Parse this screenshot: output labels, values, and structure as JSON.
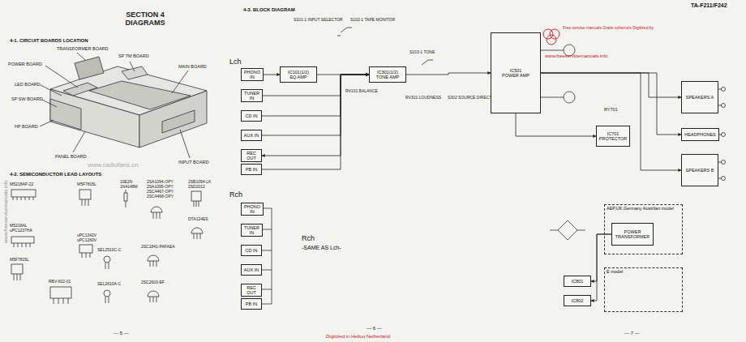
{
  "diagram": {
    "title": "SECTION 4 DIAGRAMS",
    "nodes": [
      {
        "text": [
          "PHONO IN"
        ]
      },
      {
        "text": [
          "TUNER IN"
        ]
      },
      {
        "text": [
          "CD IN"
        ]
      },
      {
        "text": [
          "AUX IN"
        ]
      },
      {
        "text": [
          "REC OUT"
        ]
      },
      {
        "text": [
          "PB IN"
        ]
      },
      {
        "text": [
          "IC101(1/2)",
          "EQ AMP"
        ]
      },
      {
        "text": [
          "IC301(1/2)",
          "TONE AMP"
        ]
      },
      {
        "text": [
          "IC501",
          "POWER AMP"
        ]
      },
      {
        "text": [
          "IC701",
          "PROTECTOR"
        ]
      },
      {
        "text": [
          "SPEAKERS A"
        ]
      },
      {
        "text": [
          "SPEAKERS B"
        ]
      },
      {
        "text": [
          "HEADPHONES"
        ]
      },
      {
        "text": [
          "PHONO IN"
        ]
      },
      {
        "text": [
          "TUNER IN"
        ]
      },
      {
        "text": [
          "CD IN"
        ]
      },
      {
        "text": [
          "AUX IN"
        ]
      },
      {
        "text": [
          "REC OUT"
        ]
      },
      {
        "text": [
          "PB IN"
        ]
      },
      {
        "text": [
          "AEP,UK,Germany Austrlian model"
        ]
      },
      {
        "text": [
          "POWER TRANSFORMER"
        ],
        "in": 19
      },
      {
        "text": [
          "E model"
        ]
      },
      {
        "text": [
          "IC801"
        ]
      },
      {
        "text": [
          "IC802"
        ]
      }
    ],
    "edges": [
      {
        "from": 0,
        "to": 6,
        "arrow": "to"
      },
      {
        "from": 6,
        "to": 7,
        "arrow": "to"
      },
      {
        "from": 1,
        "to": 7,
        "arrow": "to"
      },
      {
        "from": 2,
        "to": 7,
        "arrow": "to"
      },
      {
        "from": 3,
        "to": 7,
        "arrow": "to"
      },
      {
        "from": 5,
        "to": 7,
        "arrow": "to"
      },
      {
        "from": 7,
        "to": 4,
        "arrow": "to"
      },
      {
        "from": 7,
        "to": 8,
        "arrow": "to"
      },
      {
        "from": 8,
        "to": 10,
        "arrow": "to"
      },
      {
        "from": 8,
        "to": 12,
        "arrow": "to"
      },
      {
        "from": 8,
        "to": 11,
        "arrow": "to"
      },
      {
        "from": 8,
        "to": 9,
        "arrow": "to"
      },
      {
        "from": 20,
        "to": 22,
        "arrow": "to"
      },
      {
        "from": 20,
        "to": 23,
        "arrow": "to"
      }
    ],
    "labels": [
      "TA-F211/F242",
      "www.freeservicemanuals.info",
      "4-1. CIRCUIT BOARDS LOCATION",
      "TRANSFORMER BOARD",
      "SP TM BOARD",
      "MAIN BOARD",
      "POWER BOARD",
      "LED BOARD",
      "SP SW BOARD",
      "HP BOARD",
      "PANEL BOARD",
      "INPUT BOARD",
      "www.radiofans.cn",
      "4-2. SEMICONDUCTOR LEAD LAYOUTS",
      "M5218AP-22",
      "M5F7815L",
      "10E2N",
      "1N4148M",
      "2SA1094-OPY",
      "2SA1095-OPY",
      "2SC4467-OPY",
      "2SC4468-OPY",
      "2SB1094-LK",
      "2SD2012",
      "M5218AL",
      "uPC1237HA",
      "uPC1342V",
      "uPC1260V",
      "SEL2510C-C",
      "2SC1841-PAFAEA",
      "DTA124ES",
      "M5F7815L",
      "RBV-602-01",
      "SEL2610A-C",
      "2SC2603-EF",
      "4-3. BLOCK DIAGRAM",
      "Lch",
      "Rch",
      "Rch",
      "-SAME AS Lch-",
      "S101-1 INPUT SELECTOR",
      "S102-1 TAPE MONITOR",
      "RV101 BALANCE",
      "S103-1 TONE",
      "RV301 LOUDNESS",
      "S302 SOURCE DIRECT",
      "RY701",
      "Free service manuals Gratis schema's Digitized by",
      "www.freeservicemanuals.info",
      "— 5 —",
      "— 6 —",
      "— 7 —",
      "Digitized in Heiloo Netherland"
    ]
  }
}
